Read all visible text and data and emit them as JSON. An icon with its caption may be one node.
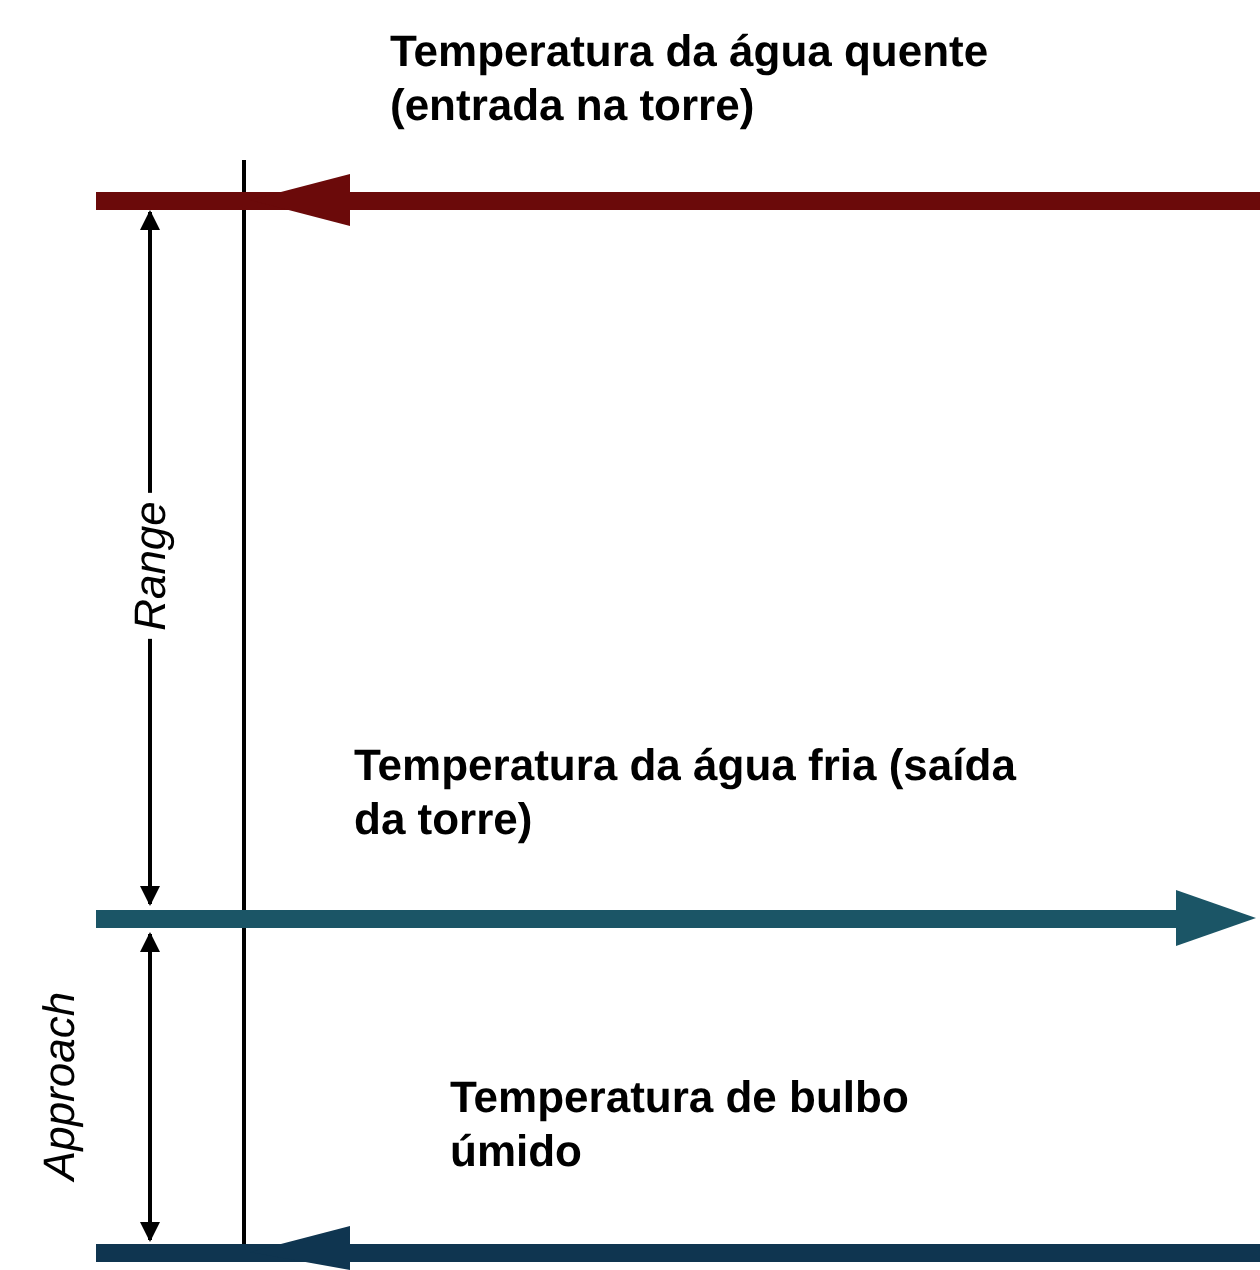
{
  "diagram": {
    "labels": [
      "Temperatura da água quente (entrada na torre)",
      "Range",
      "Temperatura da água fria (saída da torre)",
      "Approach",
      "Temperatura de bulbo úmido"
    ]
  }
}
